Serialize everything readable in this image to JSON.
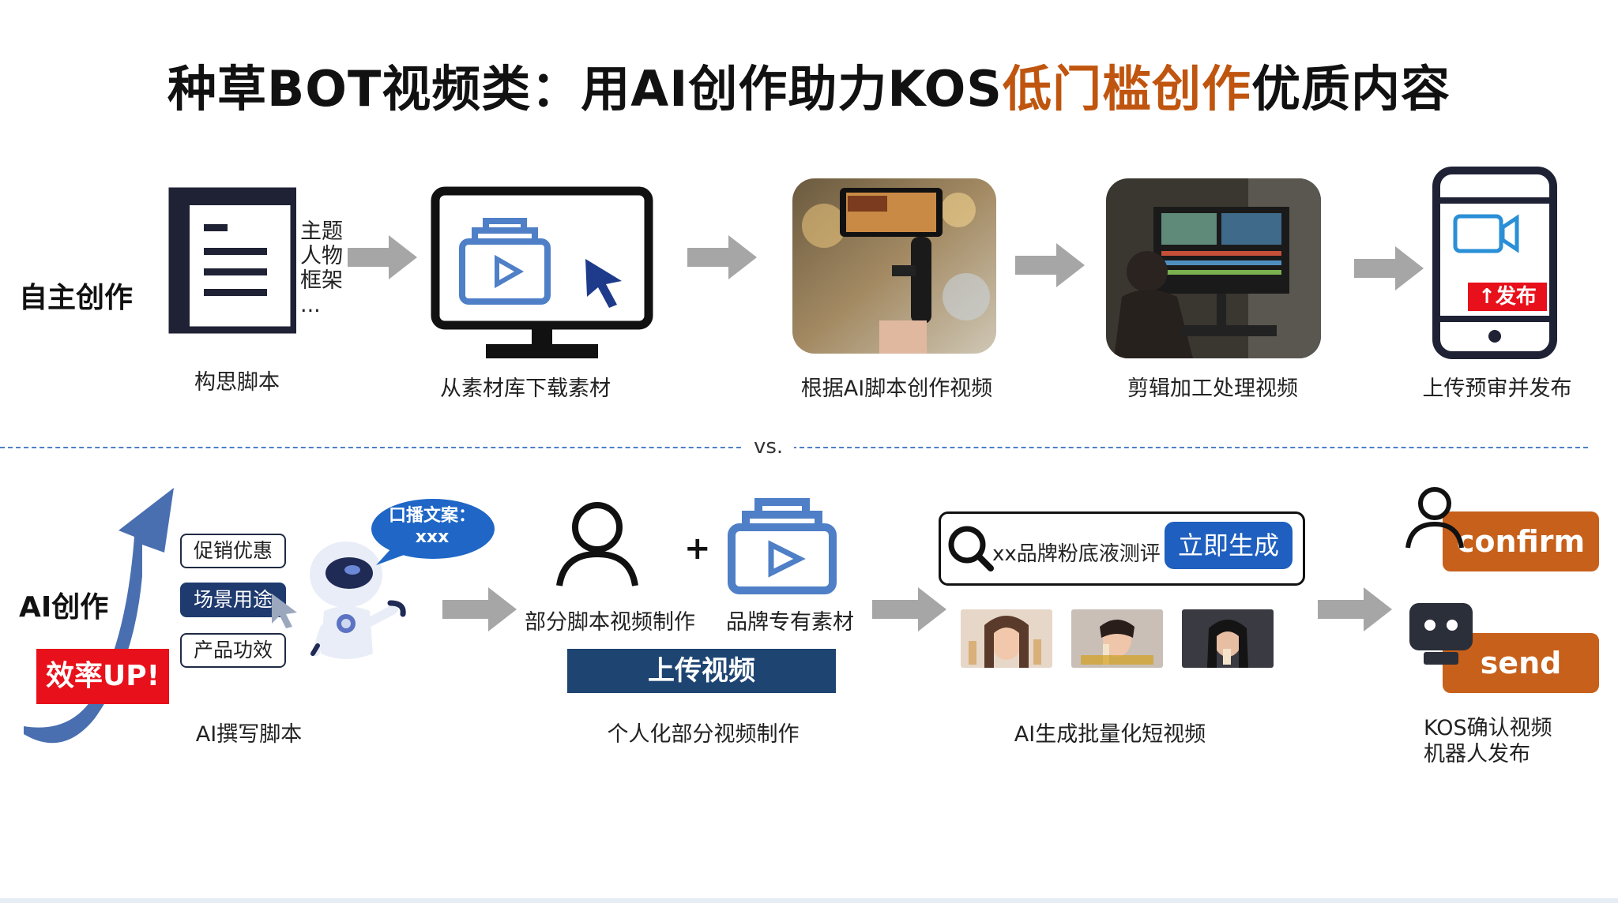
{
  "title": {
    "prefix": "种草BOT视频类：用AI创作助力KOS",
    "highlight": "低门槛创作",
    "suffix": "优质内容"
  },
  "colors": {
    "accent": "#c0550f",
    "navy": "#1e3a6e",
    "blue": "#4f7fc6",
    "arrow": "#a6a6a6",
    "red": "#e8101a"
  },
  "manual": {
    "label": "自主创作",
    "note_lines": [
      "主题",
      "人物",
      "框架",
      "..."
    ],
    "steps": [
      {
        "caption": "构思脚本",
        "icon": "document-icon"
      },
      {
        "caption": "从素材库下载素材",
        "icon": "monitor-media-icon"
      },
      {
        "caption": "根据AI脚本创作视频",
        "icon": "phone-gimbal-photo"
      },
      {
        "caption": "剪辑加工处理视频",
        "icon": "video-editing-photo"
      },
      {
        "caption": "上传预审并发布",
        "icon": "phone-upload-icon"
      }
    ],
    "publish_badge": "↑发布"
  },
  "vs_label": "vs.",
  "ai": {
    "label": "AI创作",
    "efficiency_badge": "效率UP!",
    "tags": [
      "促销优惠",
      "场景用途",
      "产品功效"
    ],
    "bubble": "口播文案：xxx",
    "step1_caption": "AI撰写脚本",
    "step2": {
      "left_label": "部分脚本视频制作",
      "plus": "+",
      "right_label": "品牌专有素材",
      "upload_label": "上传视频",
      "caption": "个人化部分视频制作"
    },
    "step3": {
      "search_text": "xx品牌粉底液测评",
      "generate_label": "立即生成",
      "caption": "AI生成批量化短视频"
    },
    "step4": {
      "confirm_label": "confirm",
      "send_label": "send",
      "caption_lines": [
        "KOS确认视频",
        "机器人发布"
      ]
    }
  }
}
